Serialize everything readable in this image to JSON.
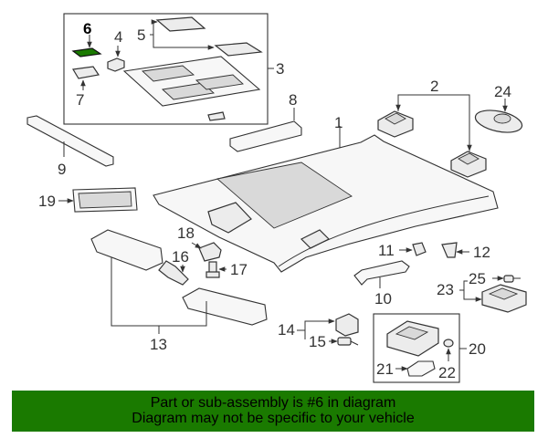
{
  "diagram": {
    "callouts": [
      "1",
      "2",
      "3",
      "4",
      "5",
      "6",
      "7",
      "8",
      "9",
      "10",
      "11",
      "12",
      "13",
      "14",
      "15",
      "16",
      "17",
      "18",
      "19",
      "20",
      "21",
      "22",
      "23",
      "24",
      "25"
    ],
    "highlighted_callout": "6",
    "highlight_color": "#1a7a00"
  },
  "footer": {
    "line1": "Part or sub-assembly is #6 in diagram",
    "line2": "Diagram may not be specific to your vehicle",
    "background": "#1a7a00"
  }
}
